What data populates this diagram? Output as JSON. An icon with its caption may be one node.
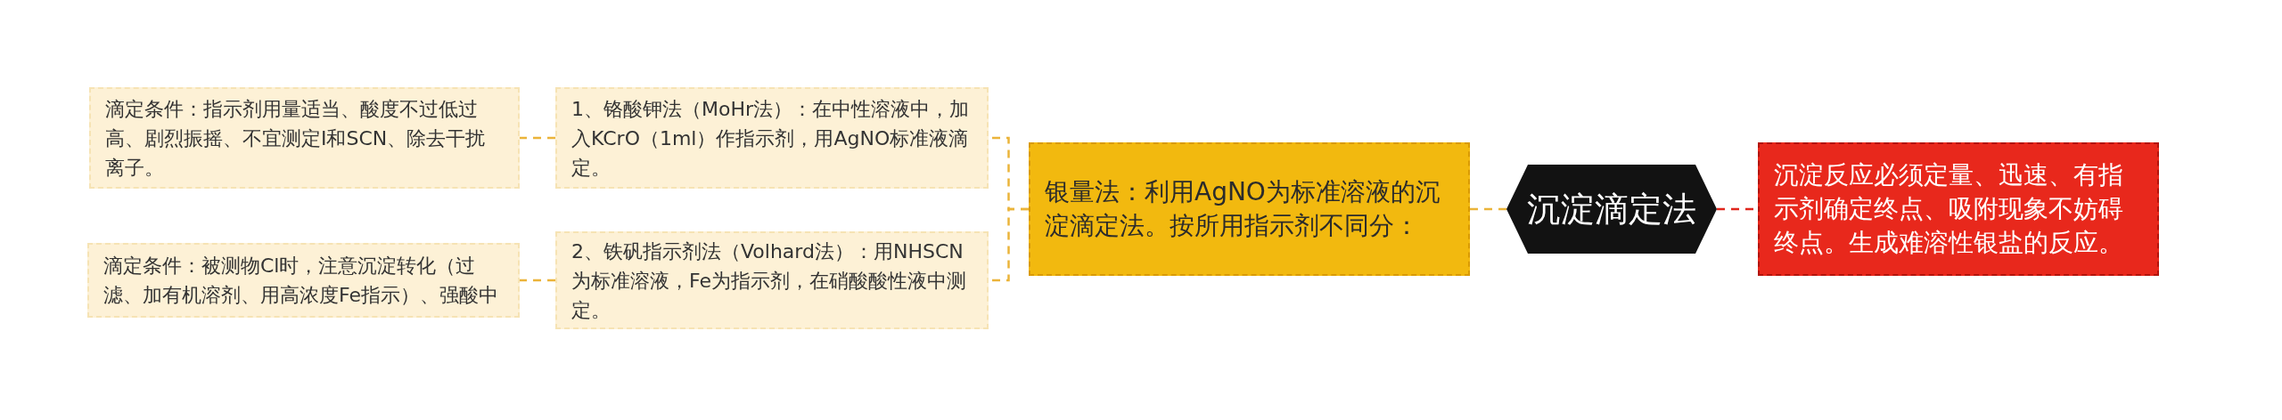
{
  "diagram": {
    "nodes": [
      {
        "text": [
          "沉淀滴定法"
        ]
      },
      {
        "text": [
          "银量法：利用AgNO为标准溶液的沉淀滴定法。按所用指示剂不同分："
        ]
      },
      {
        "text": [
          "沉淀反应必须定量、迅速、有指示剂确定终点、吸附现象不妨碍终点。生成难溶性银盐的反应。"
        ]
      },
      {
        "text": [
          "1、铬酸钾法（MoHr法）：在中性溶液中，加入KCrO（1ml）作指示剂，用AgNO标准液滴定。"
        ]
      },
      {
        "text": [
          "2、铁矾指示剂法（Volhard法）：用NHSCN为标准溶液，Fe为指示剂，在硝酸酸性液中测定。"
        ]
      },
      {
        "text": [
          "滴定条件：指示剂用量适当、酸度不过低过高、剧烈振摇、不宜测定I和SCN、除去干扰离子。"
        ]
      },
      {
        "text": [
          "滴定条件：被测物Cl时，注意沉淀转化（过滤、加有机溶剂、用高浓度Fe指示）、强酸中"
        ]
      }
    ],
    "edges": [
      {
        "from": 0,
        "to": 1,
        "arrow": "none",
        "style": "dashed"
      },
      {
        "from": 0,
        "to": 2,
        "arrow": "none",
        "style": "dashed",
        "color": "#e0261c"
      },
      {
        "from": 1,
        "to": 3,
        "arrow": "none",
        "style": "dashed"
      },
      {
        "from": 1,
        "to": 4,
        "arrow": "none",
        "style": "dashed"
      },
      {
        "from": 3,
        "to": 5,
        "arrow": "none",
        "style": "dashed"
      },
      {
        "from": 4,
        "to": 6,
        "arrow": "none",
        "style": "dashed"
      }
    ]
  }
}
